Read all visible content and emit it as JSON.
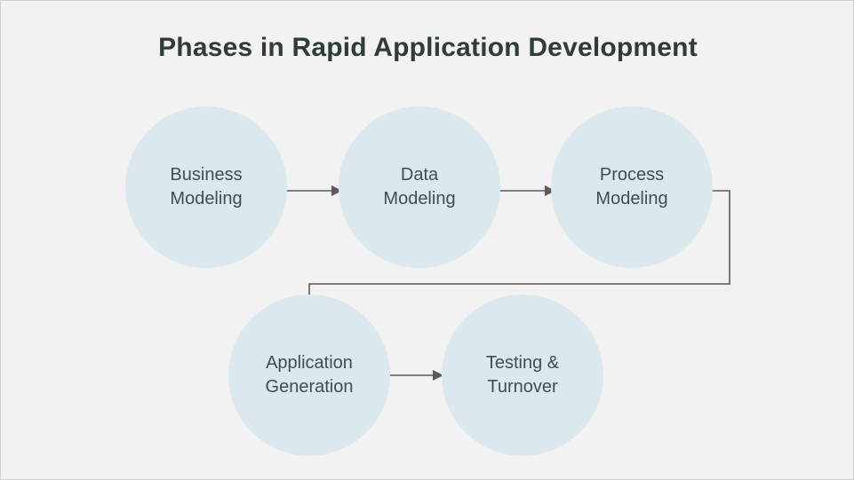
{
  "title": "Phases in Rapid Application Development",
  "phases": [
    {
      "line1": "Business",
      "line2": "Modeling"
    },
    {
      "line1": "Data",
      "line2": "Modeling"
    },
    {
      "line1": "Process",
      "line2": "Modeling"
    },
    {
      "line1": "Application",
      "line2": "Generation"
    },
    {
      "line1": "Testing &",
      "line2": "Turnover"
    }
  ],
  "colors": {
    "background": "#f2f2f2",
    "circle_fill": "#dbe8ed",
    "title_text": "#2f3d35",
    "label_text": "#3f4d56",
    "arrow": "#5b5b5b"
  }
}
